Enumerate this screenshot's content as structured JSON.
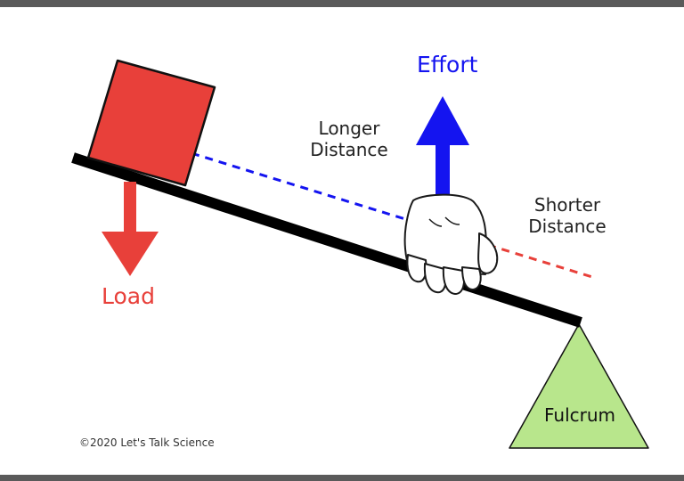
{
  "labels": {
    "effort": "Effort",
    "load": "Load",
    "longer_line1": "Longer",
    "longer_line2": "Distance",
    "shorter_line1": "Shorter",
    "shorter_line2": "Distance",
    "fulcrum": "Fulcrum",
    "copyright": "©2020 Let's Talk Science"
  },
  "colors": {
    "effort": "#1414f0",
    "load": "#e8403a",
    "load_box": "#e8403a",
    "fulcrum_fill": "#b8e68c",
    "lever": "#000000",
    "longer_dash": "#1414f0",
    "shorter_dash": "#e8403a",
    "hand_fill": "#ffffff"
  },
  "icons": {
    "effort_arrow": "arrow-up-icon",
    "load_arrow": "arrow-down-icon",
    "hand": "hand-icon"
  }
}
